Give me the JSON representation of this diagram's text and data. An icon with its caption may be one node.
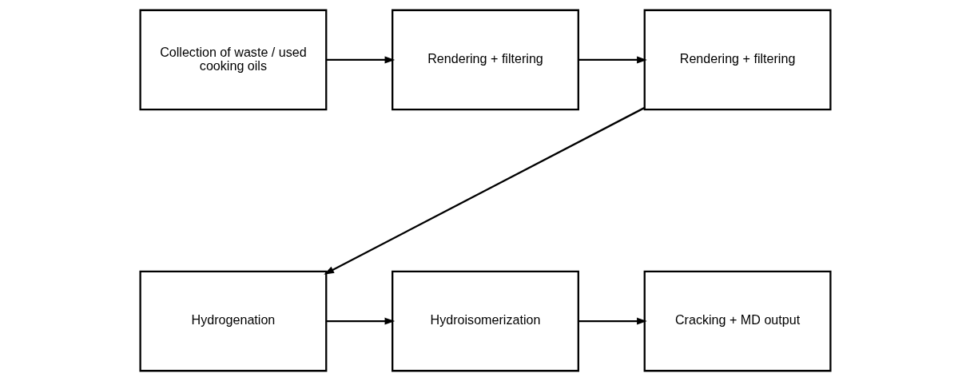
{
  "diagram": {
    "nodes": [
      {
        "text": [
          "Collection of waste / used cooking oils"
        ]
      },
      {
        "text": [
          "Rendering + filtering"
        ]
      },
      {
        "text": [
          "Rendering + filtering"
        ]
      },
      {
        "text": [
          "Hydrogenation"
        ]
      },
      {
        "text": [
          "Hydroisomerization"
        ]
      },
      {
        "text": [
          "Cracking + MD output"
        ]
      }
    ],
    "edges": [
      {
        "from": 0,
        "to": 1,
        "arrow": "to"
      },
      {
        "from": 1,
        "to": 2,
        "arrow": "to"
      },
      {
        "from": 2,
        "to": 3,
        "arrow": "to"
      },
      {
        "from": 3,
        "to": 4,
        "arrow": "to"
      },
      {
        "from": 4,
        "to": 5,
        "arrow": "to"
      }
    ]
  }
}
